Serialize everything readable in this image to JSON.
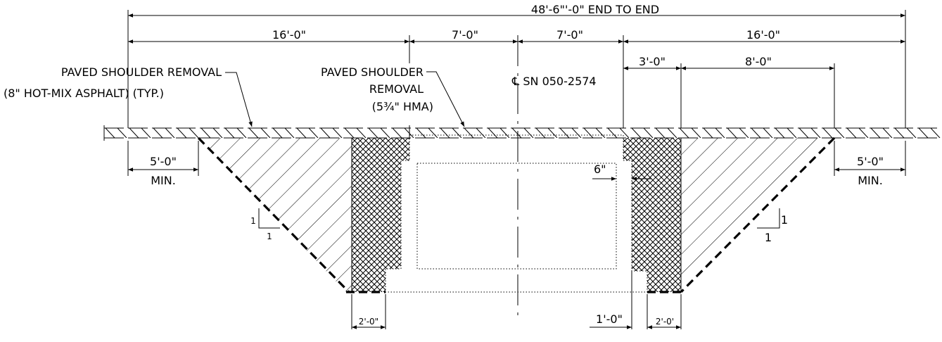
{
  "dimensions": {
    "overall": "48'-6\"'-0\" END TO END",
    "left_outer": "16'-0\"",
    "left_inner": "7'-0\"",
    "right_inner": "7'-0\"",
    "right_outer": "16'-0\"",
    "right_small": "3'-0\"",
    "right_mid": "8'-0\"",
    "left_min": "5'-0\"",
    "right_min": "5'-0\"",
    "min_label": "MIN.",
    "wall_gap": "6\"",
    "bottom_left": "2'-0\"",
    "bottom_right": "2'-0'",
    "bottom_mid_right": "1'-0\""
  },
  "labels": {
    "shoulder_left_1": "PAVED SHOULDER REMOVAL",
    "shoulder_left_2": "(8\" HOT-MIX ASPHALT) (TYP.)",
    "shoulder_mid_1": "PAVED SHOULDER",
    "shoulder_mid_2": "REMOVAL",
    "shoulder_mid_3": "(5¾\" HMA)",
    "centerline": "℄ SN 050-2574"
  },
  "slopes": {
    "left_rise": "1",
    "left_run": "1",
    "right_rise": "1",
    "right_run": "1"
  }
}
